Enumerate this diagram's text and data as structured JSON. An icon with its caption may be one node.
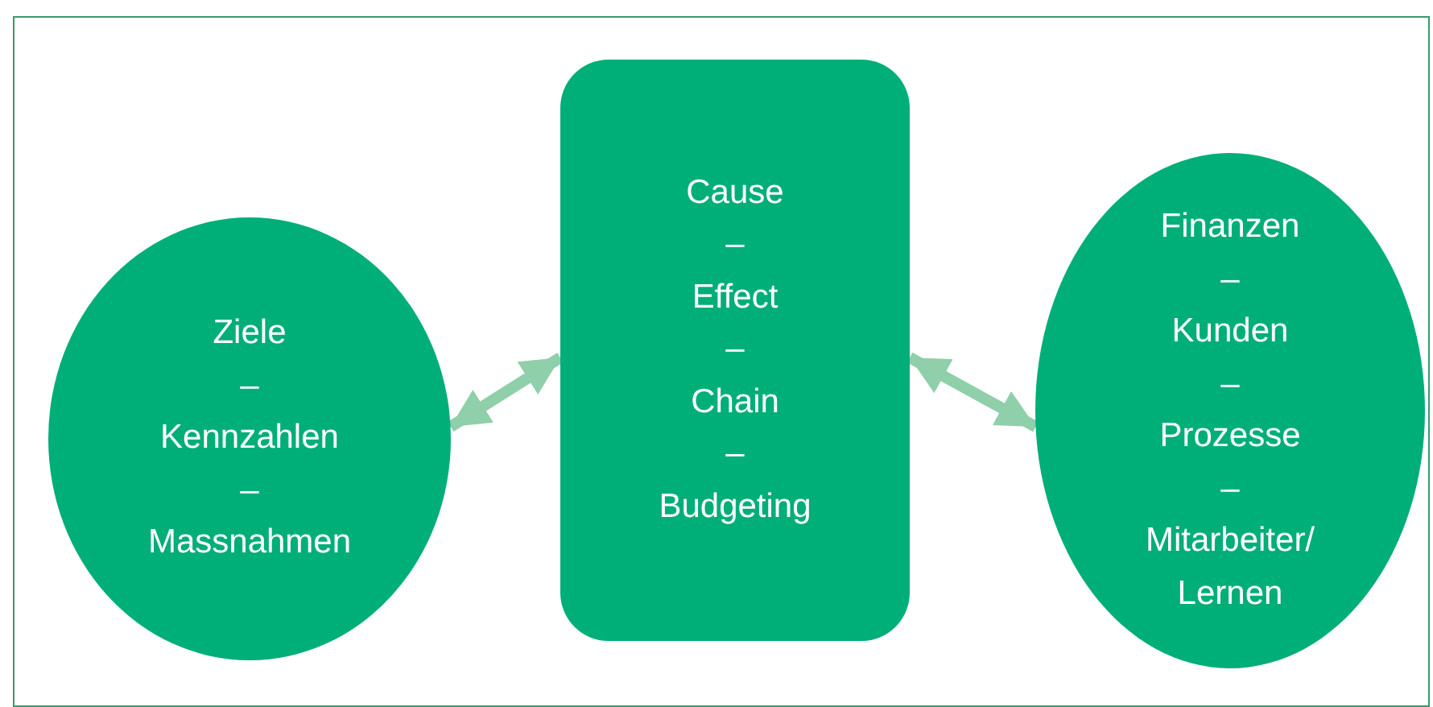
{
  "diagram": {
    "nodes": [
      {
        "text": [
          "Ziele",
          "–",
          "Kennzahlen",
          "–",
          "Massnahmen"
        ]
      },
      {
        "text": [
          "Cause",
          "–",
          "Effect",
          "–",
          "Chain",
          "–",
          "Budgeting"
        ]
      },
      {
        "text": [
          "Finanzen",
          "–",
          "Kunden",
          "–",
          "Prozesse",
          "–",
          "Mitarbeiter/ Lernen"
        ]
      }
    ],
    "edges": [
      {
        "from": 0,
        "to": 1,
        "arrow": "both"
      },
      {
        "from": 1,
        "to": 2,
        "arrow": "both"
      }
    ]
  }
}
